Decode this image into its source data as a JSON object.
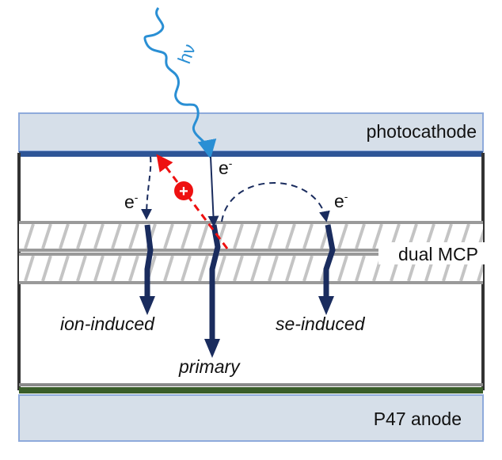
{
  "labels": {
    "photon": "hν",
    "photocathode": "photocathode",
    "dual_mcp": "dual MCP",
    "anode": "P47 anode",
    "ion_induced": "ion-induced",
    "primary": "primary",
    "se_induced": "se-induced",
    "electron_base": "e",
    "electron_sup": "-",
    "ion_sign": "+"
  },
  "colors": {
    "photocathode_fill": "#d6dfe9",
    "photocathode_border": "#8eaadb",
    "cathode_strip": "#2e5597",
    "photon_wave": "#2a8fd4",
    "electron_path": "#1a2c5e",
    "ion_path": "#ee1111",
    "ion_circle": "#ee1111",
    "mcp_hatch": "#bbbbbb",
    "anode_strip": "#3a5e2a",
    "frame": "#333333"
  },
  "icons": {
    "photon": "wavy-photon-arrow",
    "ion": "plus-circle-icon"
  }
}
